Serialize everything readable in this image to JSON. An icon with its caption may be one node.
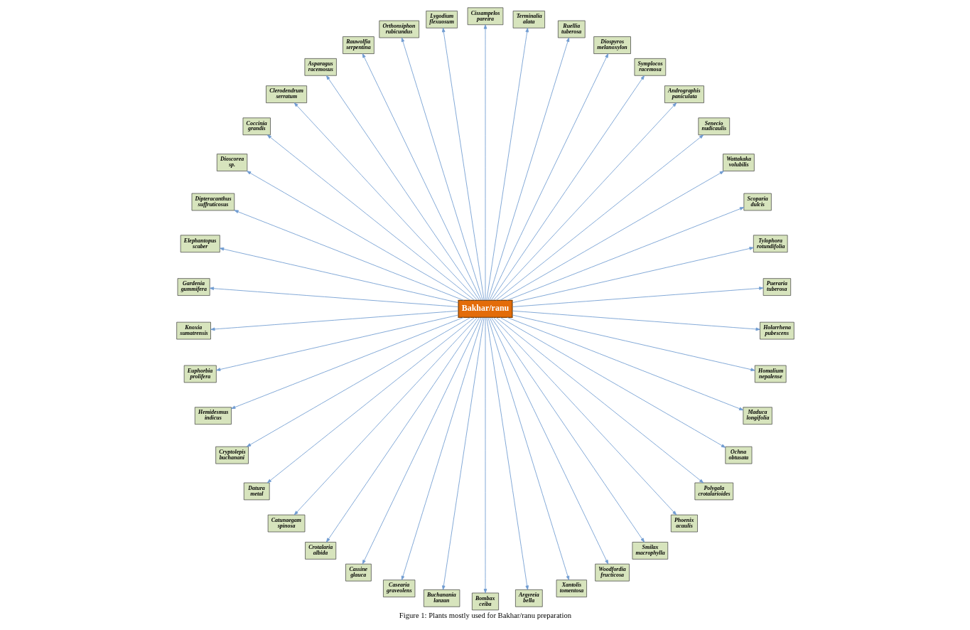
{
  "diagram": {
    "caption": "Figure 1: Plants mostly used for Bakhar/ranu preparation",
    "nodes": [
      {
        "text": [
          "Bakhar/ranu"
        ]
      },
      {
        "text": [
          "Pueraria tuberosa"
        ]
      },
      {
        "text": [
          "Tylophora rotundifolia"
        ]
      },
      {
        "text": [
          "Scoparia dulcis"
        ]
      },
      {
        "text": [
          "Wattakaka volubilis"
        ]
      },
      {
        "text": [
          "Senecio nudicaulis"
        ]
      },
      {
        "text": [
          "Andrographis paniculata"
        ]
      },
      {
        "text": [
          "Symplocos racemosa"
        ]
      },
      {
        "text": [
          "Diospyros melanoxylon"
        ]
      },
      {
        "text": [
          "Ruellia tuberosa"
        ]
      },
      {
        "text": [
          "Terminalia alata"
        ]
      },
      {
        "text": [
          "Cissampelos pareira"
        ]
      },
      {
        "text": [
          "Lygodium flexuosum"
        ]
      },
      {
        "text": [
          "Orthonsiphon rubicundus"
        ]
      },
      {
        "text": [
          "Rauwolfia serpentina"
        ]
      },
      {
        "text": [
          "Asparagus racemosus"
        ]
      },
      {
        "text": [
          "Clerodendrum serratum"
        ]
      },
      {
        "text": [
          "Coccinia grandis"
        ]
      },
      {
        "text": [
          "Dioscorea sp."
        ]
      },
      {
        "text": [
          "Dipteracanthus suffruticosus"
        ]
      },
      {
        "text": [
          "Elephantopus scaber"
        ]
      },
      {
        "text": [
          "Gardenia gummifera"
        ]
      },
      {
        "text": [
          "Knoxia sumatrensis"
        ]
      },
      {
        "text": [
          "Euphorbia prolifera"
        ]
      },
      {
        "text": [
          "Hemidesmus indicus"
        ]
      },
      {
        "text": [
          "Cryptolepis buchanani"
        ]
      },
      {
        "text": [
          "Datura metal"
        ]
      },
      {
        "text": [
          "Catunaegam spinosa"
        ]
      },
      {
        "text": [
          "Crotalaria albida"
        ]
      },
      {
        "text": [
          "Cassine glauca"
        ]
      },
      {
        "text": [
          "Casearia graveolens"
        ]
      },
      {
        "text": [
          "Buchanania lanzan"
        ]
      },
      {
        "text": [
          "Bombax ceiba"
        ]
      },
      {
        "text": [
          "Argyreia bella"
        ]
      },
      {
        "text": [
          "Xantolis tomentosa"
        ]
      },
      {
        "text": [
          "Woodfordia fructicosa"
        ]
      },
      {
        "text": [
          "Smilax macrophylla"
        ]
      },
      {
        "text": [
          "Phoenix acaulis"
        ]
      },
      {
        "text": [
          "Polygala crotalarioides"
        ]
      },
      {
        "text": [
          "Ochna obtusata"
        ]
      },
      {
        "text": [
          "Maduca longifolia"
        ]
      },
      {
        "text": [
          "Homalium nepalense"
        ]
      },
      {
        "text": [
          "Holarrhena pubescens"
        ]
      }
    ],
    "edges": [
      {
        "from": 0,
        "to": 1,
        "arrow": "to"
      },
      {
        "from": 0,
        "to": 2,
        "arrow": "to"
      },
      {
        "from": 0,
        "to": 3,
        "arrow": "to"
      },
      {
        "from": 0,
        "to": 4,
        "arrow": "to"
      },
      {
        "from": 0,
        "to": 5,
        "arrow": "to"
      },
      {
        "from": 0,
        "to": 6,
        "arrow": "to"
      },
      {
        "from": 0,
        "to": 7,
        "arrow": "to"
      },
      {
        "from": 0,
        "to": 8,
        "arrow": "to"
      },
      {
        "from": 0,
        "to": 9,
        "arrow": "to"
      },
      {
        "from": 0,
        "to": 10,
        "arrow": "to"
      },
      {
        "from": 0,
        "to": 11,
        "arrow": "to"
      },
      {
        "from": 0,
        "to": 12,
        "arrow": "to"
      },
      {
        "from": 0,
        "to": 13,
        "arrow": "to"
      },
      {
        "from": 0,
        "to": 14,
        "arrow": "to"
      },
      {
        "from": 0,
        "to": 15,
        "arrow": "to"
      },
      {
        "from": 0,
        "to": 16,
        "arrow": "to"
      },
      {
        "from": 0,
        "to": 17,
        "arrow": "to"
      },
      {
        "from": 0,
        "to": 18,
        "arrow": "to"
      },
      {
        "from": 0,
        "to": 19,
        "arrow": "to"
      },
      {
        "from": 0,
        "to": 20,
        "arrow": "to"
      },
      {
        "from": 0,
        "to": 21,
        "arrow": "to"
      },
      {
        "from": 0,
        "to": 22,
        "arrow": "to"
      },
      {
        "from": 0,
        "to": 23,
        "arrow": "to"
      },
      {
        "from": 0,
        "to": 24,
        "arrow": "to"
      },
      {
        "from": 0,
        "to": 25,
        "arrow": "to"
      },
      {
        "from": 0,
        "to": 26,
        "arrow": "to"
      },
      {
        "from": 0,
        "to": 27,
        "arrow": "to"
      },
      {
        "from": 0,
        "to": 28,
        "arrow": "to"
      },
      {
        "from": 0,
        "to": 29,
        "arrow": "to"
      },
      {
        "from": 0,
        "to": 30,
        "arrow": "to"
      },
      {
        "from": 0,
        "to": 31,
        "arrow": "to"
      },
      {
        "from": 0,
        "to": 32,
        "arrow": "to"
      },
      {
        "from": 0,
        "to": 33,
        "arrow": "to"
      },
      {
        "from": 0,
        "to": 34,
        "arrow": "to"
      },
      {
        "from": 0,
        "to": 35,
        "arrow": "to"
      },
      {
        "from": 0,
        "to": 36,
        "arrow": "to"
      },
      {
        "from": 0,
        "to": 37,
        "arrow": "to"
      },
      {
        "from": 0,
        "to": 38,
        "arrow": "to"
      },
      {
        "from": 0,
        "to": 39,
        "arrow": "to"
      },
      {
        "from": 0,
        "to": 40,
        "arrow": "to"
      },
      {
        "from": 0,
        "to": 41,
        "arrow": "to"
      },
      {
        "from": 0,
        "to": 42,
        "arrow": "to"
      }
    ]
  }
}
